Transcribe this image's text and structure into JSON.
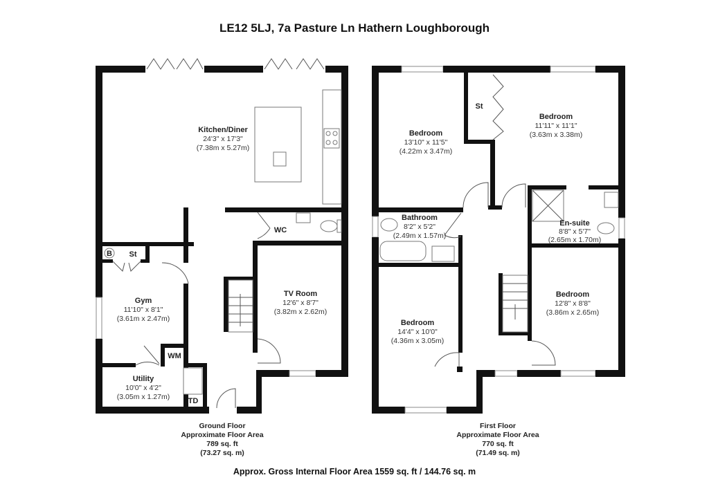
{
  "title": "LE12 5LJ, 7a Pasture Ln Hathern Loughborough",
  "ground_floor": {
    "rooms": [
      {
        "name": "Kitchen/Diner",
        "imperial": "24'3\" x 17'3\"",
        "metric": "(7.38m x 5.27m)"
      },
      {
        "name": "Gym",
        "imperial": "11'10\" x 8'1\"",
        "metric": "(3.61m x 2.47m)"
      },
      {
        "name": "TV Room",
        "imperial": "12'6\" x 8'7\"",
        "metric": "(3.82m x 2.62m)"
      },
      {
        "name": "Utility",
        "imperial": "10'0\" x 4'2\"",
        "metric": "(3.05m x 1.27m)"
      }
    ],
    "labels": {
      "wc": "WC",
      "st": "St",
      "b": "B",
      "wm": "WM",
      "td": "TD"
    },
    "caption": {
      "line1": "Ground Floor",
      "line2": "Approximate Floor Area",
      "line3": "789 sq. ft",
      "line4": "(73.27 sq. m)"
    }
  },
  "first_floor": {
    "rooms": [
      {
        "name": "Bedroom",
        "imperial": "13'10\" x 11'5\"",
        "metric": "(4.22m x 3.47m)"
      },
      {
        "name": "Bedroom",
        "imperial": "11'11\" x 11'1\"",
        "metric": "(3.63m x 3.38m)"
      },
      {
        "name": "Bathroom",
        "imperial": "8'2\" x 5'2\"",
        "metric": "(2.49m x 1.57m)"
      },
      {
        "name": "En-suite",
        "imperial": "8'8\" x 5'7\"",
        "metric": "(2.65m x 1.70m)"
      },
      {
        "name": "Bedroom",
        "imperial": "14'4\" x 10'0\"",
        "metric": "(4.36m x 3.05m)"
      },
      {
        "name": "Bedroom",
        "imperial": "12'8\" x 8'8\"",
        "metric": "(3.86m x 2.65m)"
      }
    ],
    "labels": {
      "st": "St"
    },
    "caption": {
      "line1": "First Floor",
      "line2": "Approximate Floor Area",
      "line3": "770 sq. ft",
      "line4": "(71.49 sq. m)"
    }
  },
  "gross_area": "Approx. Gross Internal Floor Area 1559 sq. ft / 144.76 sq. m"
}
